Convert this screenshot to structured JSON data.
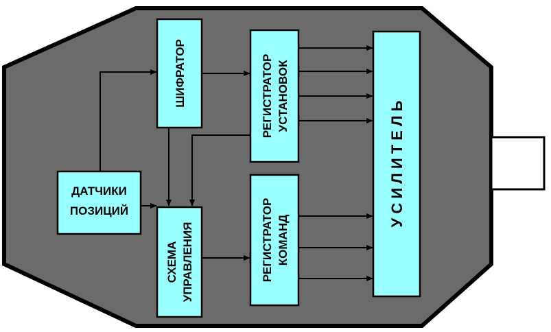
{
  "colors": {
    "housing": "#6b6b6b",
    "block": "#99ffff",
    "line": "#000000",
    "background": "#ffffff"
  },
  "blocks": {
    "sensors": [
      "ДАТЧИКИ",
      "ПОЗИЦИЙ"
    ],
    "encoder": [
      "ШИФРАТОР"
    ],
    "control": [
      "СХЕМА",
      "УПРАВЛЕНИЯ"
    ],
    "settings_register": [
      "РЕГИСТРАТОР",
      "УСТАНОВОК"
    ],
    "commands_register": [
      "РЕГИСТРАТОР",
      "КОМАНД"
    ],
    "amplifier": [
      "У С И Л И Т Е Л Ь"
    ]
  }
}
